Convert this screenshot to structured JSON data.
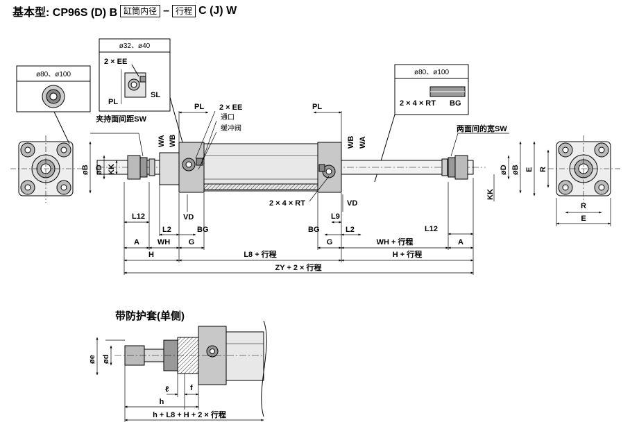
{
  "title": {
    "prefix": "基本型: CP96S (D) B",
    "box1": "缸筒内径",
    "dash": "–",
    "box2": "行程",
    "suffix": "C (J) W"
  },
  "insets": {
    "left_bore": "ø80、ø100",
    "top_bore": "ø32、ø40",
    "top_ee": "2 × EE",
    "top_sl": "SL",
    "top_pl": "PL",
    "right_bore": "ø80、ø100",
    "right_rt": "2 × 4 × RT",
    "right_bg": "BG"
  },
  "labels": {
    "jia_chi": "夹持面间距SW",
    "liang_mian": "两面间的宽SW",
    "port": "通口",
    "cushion": "缓冲阀",
    "ee": "2 × EE",
    "pl_left": "PL",
    "pl_right": "PL",
    "wa_left": "WA",
    "wb_left": "WB",
    "wb_right": "WB",
    "wa_right": "WA",
    "b_left": "øB",
    "d_left": "øD",
    "kk_left": "KK",
    "b_right": "øB",
    "d_right": "øD",
    "kk_right": "KK",
    "e_side": "E",
    "r_side": "R",
    "r_bottom": "R",
    "e_bottom": "E",
    "rt_bottom": "2 × 4 × RT",
    "vd_left": "VD",
    "vd_right": "VD",
    "l9": "L9",
    "l12_left": "L12",
    "l12_right": "L12",
    "l2_left": "L2",
    "l2_right": "L2",
    "bg_left": "BG",
    "bg_right": "BG",
    "a_left": "A",
    "wh_left": "WH",
    "g_left": "G",
    "g_right": "G",
    "wh_right": "WH + 行程",
    "a_right": "A",
    "h_left": "H",
    "l8": "L8 + 行程",
    "h_right": "H + 行程",
    "zy": "ZY + 2 × 行程"
  },
  "boot_section": {
    "title": "带防护套(单侧)",
    "d": "ød",
    "e": "øe",
    "l": "ℓ",
    "f": "f",
    "h": "h",
    "total": "h + L8 + H + 2 × 行程"
  }
}
